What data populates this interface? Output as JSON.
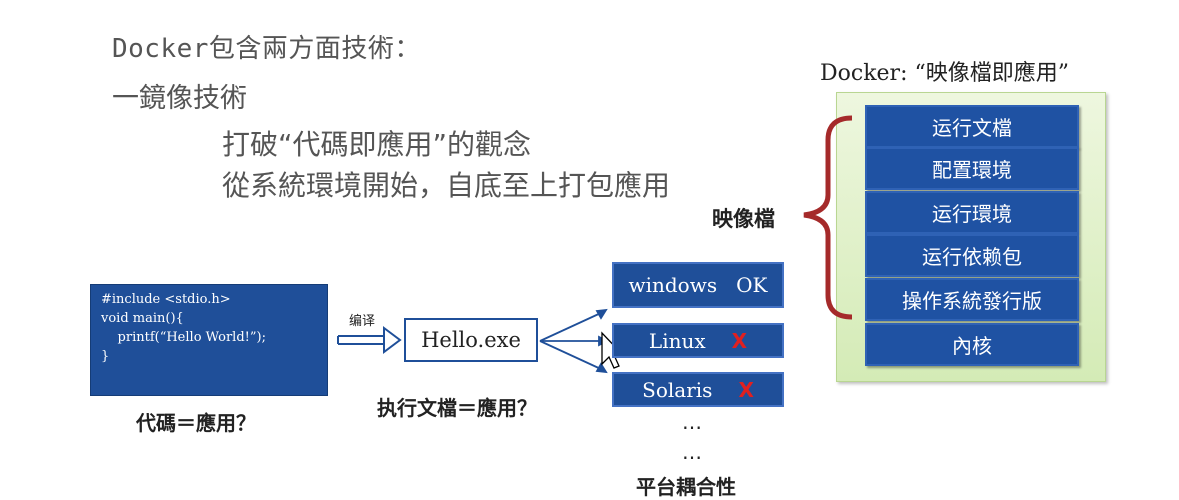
{
  "heading": "Docker包含兩方面技術：",
  "subheading": "一鏡像技術",
  "points": [
    "打破“代碼即應用”的觀念",
    "從系統環境開始，自底至上打包應用"
  ],
  "right_title": "Docker: “映像檔即應用”",
  "image_label": "映像檔",
  "stack": [
    "运行文檔",
    "配置環境",
    "运行環境",
    "运行依赖包",
    "操作系統發行版",
    "內核"
  ],
  "code_lines": [
    "#include <stdio.h>",
    "void main(){",
    "    printf(“Hello World!”);",
    "}"
  ],
  "code_caption": "代碼＝應用？",
  "compile_label": "编译",
  "exe_label": "Hello.exe",
  "exe_caption": "执行文檔＝應用？",
  "platforms": [
    {
      "name": "windows   OK",
      "mark": ""
    },
    {
      "name": "Linux",
      "mark": "X"
    },
    {
      "name": "Solaris",
      "mark": "X"
    }
  ],
  "ellipsis": "…",
  "platform_caption": "平台耦合性",
  "colors": {
    "box_blue": "#1f4f99",
    "panel_green": "#d4ebb6",
    "bracket_red": "#a52a2a",
    "x_red": "#e02020"
  }
}
